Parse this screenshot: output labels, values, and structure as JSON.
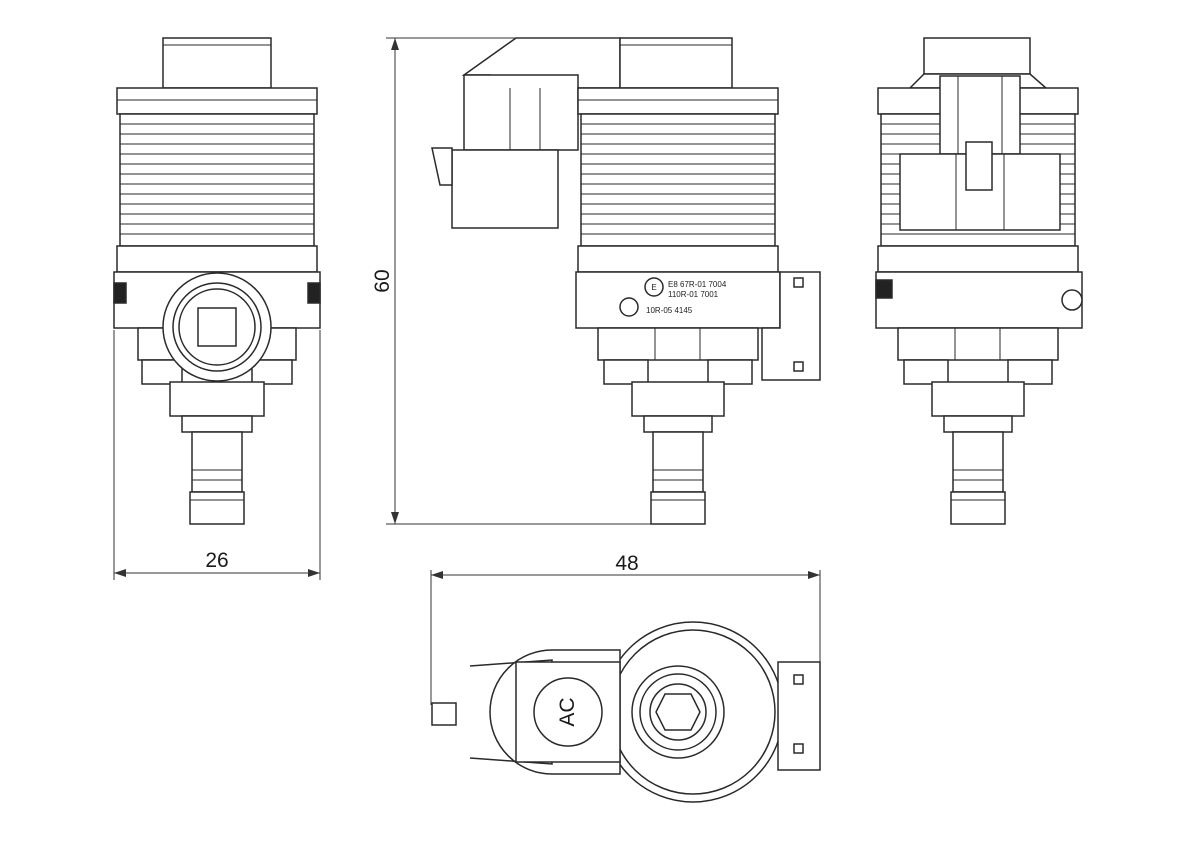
{
  "dimensions": {
    "width_front": "26",
    "height": "60",
    "length_top": "48"
  },
  "markings": {
    "approval_1": "E8 67R-01 7004",
    "approval_2": "110R-01 7001",
    "approval_3": "10R-05 4145",
    "logo": "AC"
  },
  "colors": {
    "line": "#2a2a2a",
    "background": "#ffffff"
  }
}
